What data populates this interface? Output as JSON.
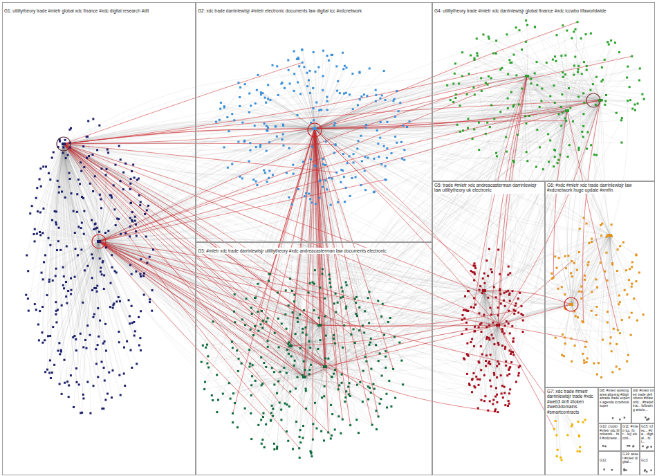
{
  "diagram": {
    "nodes": [
      {
        "text": [
          "G1: utilitytheory trade #mletr global xdc finance #xdc digital research #dlt"
        ]
      },
      {
        "text": [
          "G2: xdc trade darrinlewisjr #mletr electronic documents law digital icc #xdcnetwork"
        ]
      },
      {
        "text": [
          "G4: utilitytheory trade #mletr xdc darrinlewisjr global finance #xdc iccwbo itfaworldwide"
        ]
      },
      {
        "text": [
          "G3: #mletr xdc trade darrinlewisjr utilitytheory #xdc andreacasterman law documents electronic"
        ]
      },
      {
        "text": [
          "G5: trade #mletr xdc andreacasterman darrinlewisjr law utilitytheory uk electronic"
        ]
      },
      {
        "text": [
          "G6: #xdc #mletr xdc trade darrinlewisjr law #xdcnetwork huge update #xmfin"
        ]
      },
      {
        "text": [
          "G7: xdc trade #mletr darrinlewisjr trade #xdc #web3 #nft #token #web3domains #smartcontracts"
        ]
      },
      {
        "text": [
          "G8: #mletr working area aligning #digitaltrade trade experts agenda iccwbouk super"
        ]
      },
      {
        "text": [
          "G9: #mletr mletr trade definitions #itfaworld... #tradefina... following article..."
        ]
      },
      {
        "text": [
          "G10: crypto #mletr xdc blockwork... btll #xdcnetw..."
        ]
      },
      {
        "text": [
          "G11: #mletr icc_for... ley electrö..."
        ]
      },
      {
        "text": [
          "G15: icfec... #tra... digital... bit..."
        ]
      },
      {
        "text": [
          "G12"
        ]
      },
      {
        "text": [
          "G14: asset #mletr digital..."
        ]
      },
      {
        "text": [
          "G13"
        ]
      }
    ]
  }
}
